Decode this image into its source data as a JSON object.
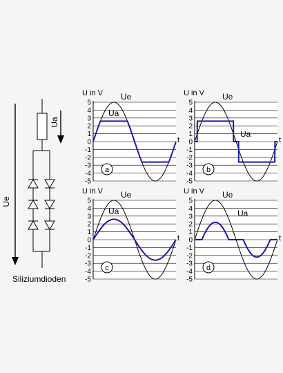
{
  "circuit": {
    "ue_label": "Ue",
    "ua_label": "Ua",
    "caption": "Siliziumdioden"
  },
  "colors": {
    "output": "#1a1aa8",
    "input": "#000000",
    "background": "#f5f5f5",
    "plot_background": "#ffffff"
  },
  "chart_data": [
    {
      "id": "a",
      "type": "line",
      "ylabel": "U in V",
      "xlabel": "t",
      "yticks": [
        5,
        4,
        3,
        2,
        1,
        0,
        -1,
        -2,
        -3,
        -4,
        -5
      ],
      "ylim": [
        -5,
        5
      ],
      "grid": true,
      "series": [
        {
          "name": "Ue",
          "kind": "sine",
          "amplitude": 5
        },
        {
          "name": "Ua",
          "kind": "clip",
          "amplitude": 5,
          "pos": 2.6,
          "neg": 2.6
        }
      ],
      "marker": "a"
    },
    {
      "id": "b",
      "type": "line",
      "ylabel": "U in V",
      "xlabel": "t",
      "yticks": [
        5,
        4,
        3,
        2,
        1,
        0,
        -1,
        -2,
        -3,
        -4,
        -5
      ],
      "ylim": [
        -5,
        5
      ],
      "grid": true,
      "series": [
        {
          "name": "Ue",
          "kind": "sine",
          "amplitude": 5
        },
        {
          "name": "Ua",
          "kind": "square",
          "level": 2.6,
          "on_from": 0.03,
          "on_to": 0.47
        }
      ],
      "marker": "b"
    },
    {
      "id": "c",
      "type": "line",
      "ylabel": "U in V",
      "xlabel": "t",
      "yticks": [
        5,
        4,
        3,
        2,
        1,
        0,
        -1,
        -2,
        -3,
        -4,
        -5
      ],
      "ylim": [
        -5,
        5
      ],
      "grid": true,
      "series": [
        {
          "name": "Ue",
          "kind": "sine",
          "amplitude": 5
        },
        {
          "name": "Ua",
          "kind": "sine",
          "amplitude": 2.6
        }
      ],
      "marker": "c"
    },
    {
      "id": "d",
      "type": "line",
      "ylabel": "U in V",
      "xlabel": "t",
      "yticks": [
        5,
        4,
        3,
        2,
        1,
        0,
        -1,
        -2,
        -3,
        -4,
        -5
      ],
      "ylim": [
        -5,
        5
      ],
      "grid": true,
      "series": [
        {
          "name": "Ue",
          "kind": "sine",
          "amplitude": 5
        },
        {
          "name": "Ua",
          "kind": "deadzone",
          "amplitude": 5,
          "threshold": 2.6,
          "gain": 0.92
        }
      ],
      "marker": "d"
    }
  ]
}
